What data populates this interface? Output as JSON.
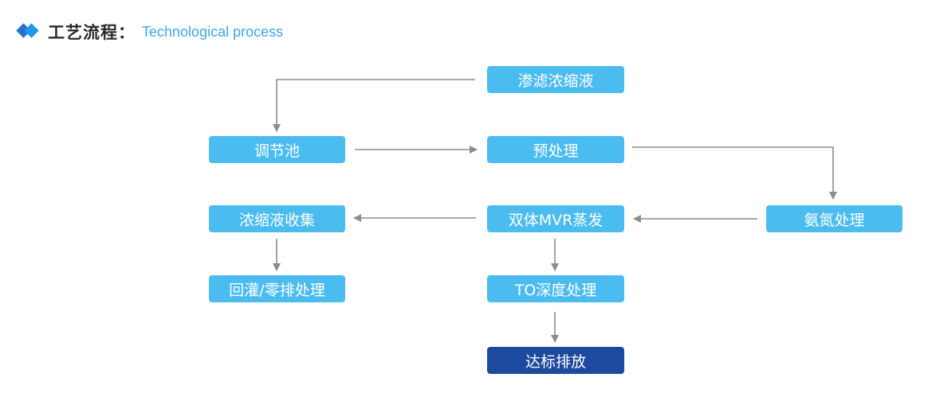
{
  "header": {
    "title_cn": "工艺流程：",
    "title_en": "Technological process"
  },
  "nodes": {
    "leachate": "渗滤浓缩液",
    "regulating_pool": "调节池",
    "pretreatment": "预处理",
    "ammonia": "氨氮处理",
    "mvr": "双体MVR蒸发",
    "concentrate": "浓缩液收集",
    "reinjection": "回灌/零排处理",
    "to_treatment": "TO深度处理",
    "discharge": "达标排放"
  },
  "colors": {
    "box": "#4bbcf0",
    "final_box": "#1d4a9e",
    "arrow": "#8c8c8c"
  }
}
